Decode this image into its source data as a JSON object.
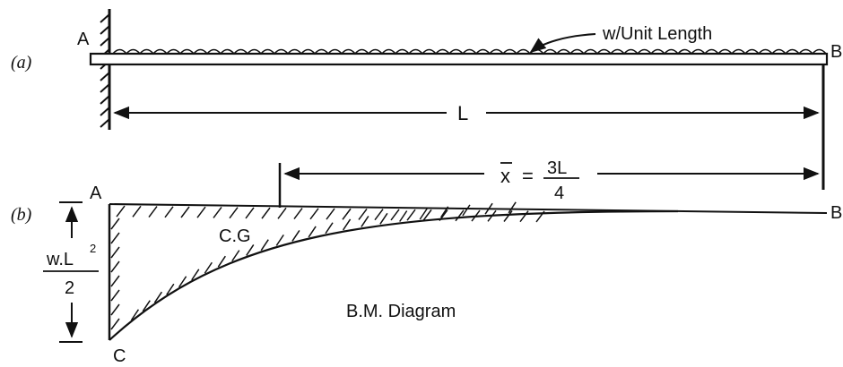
{
  "part_a": {
    "label": "(a)",
    "point_left": "A",
    "point_right": "B",
    "load_label": "w/Unit Length",
    "span_label": "L"
  },
  "part_b": {
    "label": "(b)",
    "point_left": "A",
    "point_right": "B",
    "point_bottom": "C",
    "cg_label": "C.G",
    "xbar_symbol": "x",
    "xbar_equals": "=",
    "xbar_numerator": "3L",
    "xbar_denominator": "4",
    "moment_numerator": "w.L",
    "moment_exponent": "2",
    "moment_denominator": "2",
    "diagram_title": "B.M. Diagram"
  },
  "colors": {
    "ink": "#111111",
    "background": "#ffffff"
  }
}
